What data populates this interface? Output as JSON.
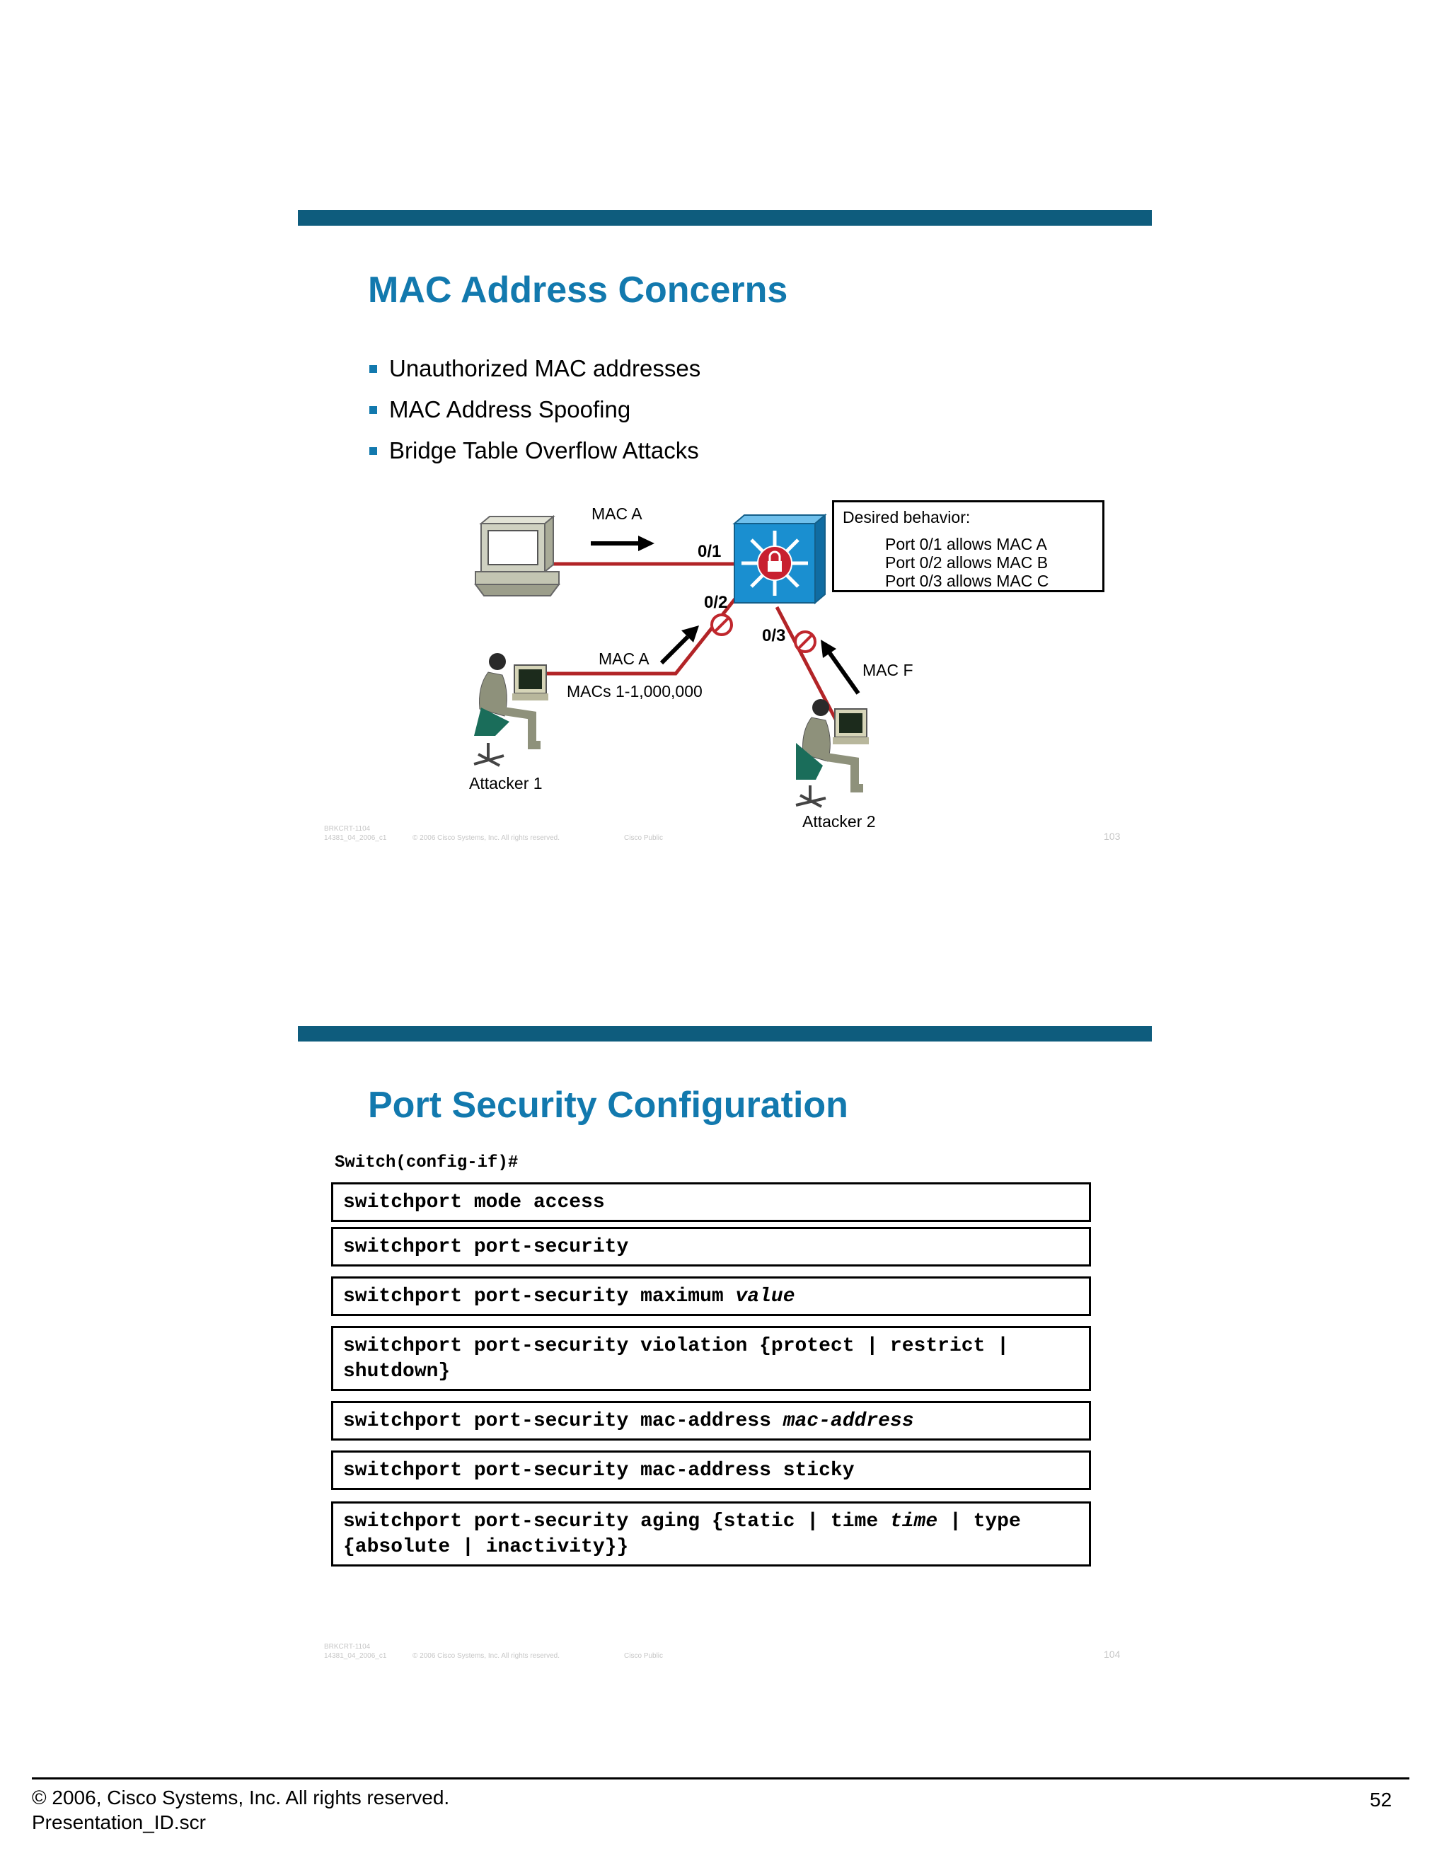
{
  "slide1": {
    "title": "MAC Address Concerns",
    "bullets": [
      "Unauthorized MAC addresses",
      "MAC Address Spoofing",
      "Bridge Table Overflow Attacks"
    ],
    "diagram": {
      "desired_title": "Desired behavior:",
      "desired_lines": [
        "Port 0/1 allows MAC A",
        "Port 0/2 allows MAC B",
        "Port 0/3 allows MAC C"
      ],
      "mac_a_top": "MAC A",
      "port_01": "0/1",
      "port_02": "0/2",
      "port_03": "0/3",
      "mac_a_mid": "MAC A",
      "macs_range": "MACs 1-1,000,000",
      "mac_f": "MAC F",
      "attacker1": "Attacker 1",
      "attacker2": "Attacker 2"
    },
    "footer": {
      "code": "BRKCRT-1104",
      "id": "14381_04_2006_c1",
      "copyright": "© 2006 Cisco Systems, Inc. All rights reserved.",
      "class": "Cisco Public",
      "page": "103"
    }
  },
  "slide2": {
    "title": "Port Security Configuration",
    "prompt": "Switch(config-if)#",
    "commands": [
      {
        "text": "switchport mode access"
      },
      {
        "text": "switchport port-security"
      },
      {
        "text": "switchport port-security maximum ",
        "italic": "value"
      },
      {
        "text": "switchport port-security violation {protect | restrict |\nshutdown}"
      },
      {
        "text": "switchport port-security mac-address ",
        "italic": "mac-address"
      },
      {
        "text": "switchport port-security mac-address sticky"
      },
      {
        "text": "switchport port-security aging {static | time ",
        "italic": "time",
        "after": " | type\n{absolute | inactivity}}"
      }
    ],
    "footer": {
      "code": "BRKCRT-1104",
      "id": "14381_04_2006_c1",
      "copyright": "© 2006 Cisco Systems, Inc. All rights reserved.",
      "class": "Cisco Public",
      "page": "104"
    }
  },
  "page_footer": {
    "copyright": "© 2006, Cisco Systems, Inc. All rights reserved.",
    "filename": "Presentation_ID.scr",
    "page_number": "52"
  },
  "colors": {
    "bar": "#0e5c7d",
    "title": "#1279ae",
    "link": "#b22427",
    "switch": "#1a8fd0"
  }
}
